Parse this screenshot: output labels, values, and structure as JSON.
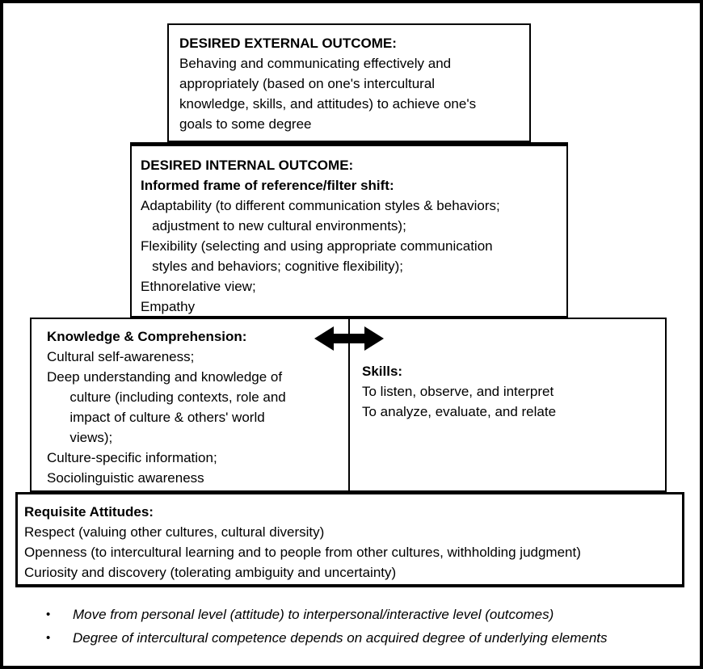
{
  "figure": {
    "boxes": {
      "external": {
        "title": "DESIRED EXTERNAL OUTCOME:",
        "lines": [
          "Behaving and communicating effectively and",
          "appropriately (based on one's intercultural",
          "knowledge, skills, and attitudes) to achieve one's",
          "goals to some degree"
        ]
      },
      "internal": {
        "title": "DESIRED INTERNAL OUTCOME:",
        "subtitle": "Informed frame of reference/filter shift:",
        "lines": [
          "Adaptability (to different communication styles & behaviors;",
          "   adjustment to new cultural environments);",
          "Flexibility (selecting and using appropriate communication",
          "   styles and behaviors; cognitive flexibility);",
          "Ethnorelative view;",
          "Empathy"
        ]
      },
      "knowledge": {
        "title": "Knowledge & Comprehension:",
        "lines": [
          "Cultural self-awareness;",
          "Deep understanding and knowledge of",
          "      culture (including contexts, role and",
          "      impact of culture & others' world",
          "      views);",
          "Culture-specific information;",
          "Sociolinguistic awareness"
        ]
      },
      "skills": {
        "title": "Skills:",
        "lines": [
          "To listen, observe, and interpret",
          "To analyze, evaluate, and relate"
        ]
      },
      "attitudes": {
        "title": "Requisite Attitudes:",
        "lines": [
          "Respect (valuing other cultures, cultural diversity)",
          "Openness (to intercultural learning and to people from other cultures, withholding judgment)",
          "Curiosity and discovery (tolerating ambiguity and uncertainty)"
        ]
      }
    },
    "notes": [
      "Move from personal level (attitude) to interpersonal/interactive level (outcomes)",
      "Degree of intercultural competence depends on acquired degree of underlying elements"
    ],
    "notes_bullet": "•",
    "icons": {
      "arrow": "left-right-double-arrow"
    },
    "colors": {
      "border": "#000000",
      "background": "#ffffff",
      "text": "#000000"
    }
  }
}
